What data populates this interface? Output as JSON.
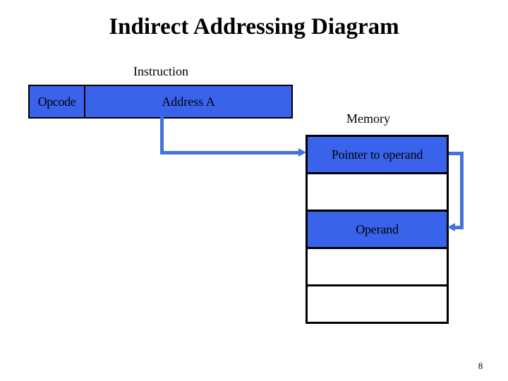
{
  "slide": {
    "title": "Indirect Addressing Diagram",
    "page_number": "8",
    "background_color": "#FFFFFF"
  },
  "colors": {
    "fill_blue": "#3A63EC",
    "connector_blue": "#4472DB",
    "outline_black": "#000000",
    "text_black": "#000000"
  },
  "instruction": {
    "label": "Instruction",
    "fields": [
      {
        "name": "opcode",
        "label": "Opcode",
        "filled": true
      },
      {
        "name": "address",
        "label": "Address A",
        "filled": true
      }
    ]
  },
  "memory": {
    "label": "Memory",
    "rows": [
      {
        "label": "Pointer to operand",
        "filled": true
      },
      {
        "label": "",
        "filled": false
      },
      {
        "label": "Operand",
        "filled": true
      },
      {
        "label": "",
        "filled": false
      },
      {
        "label": "",
        "filled": false
      }
    ]
  },
  "connectors": [
    {
      "name": "address-to-pointer",
      "from": "Address A",
      "to": "Pointer to operand",
      "style": "elbow",
      "arrowhead": "right",
      "color": "#4472DB"
    },
    {
      "name": "pointer-to-operand",
      "from": "Pointer to operand",
      "to": "Operand",
      "style": "elbow",
      "arrowhead": "left",
      "color": "#4472DB"
    }
  ]
}
